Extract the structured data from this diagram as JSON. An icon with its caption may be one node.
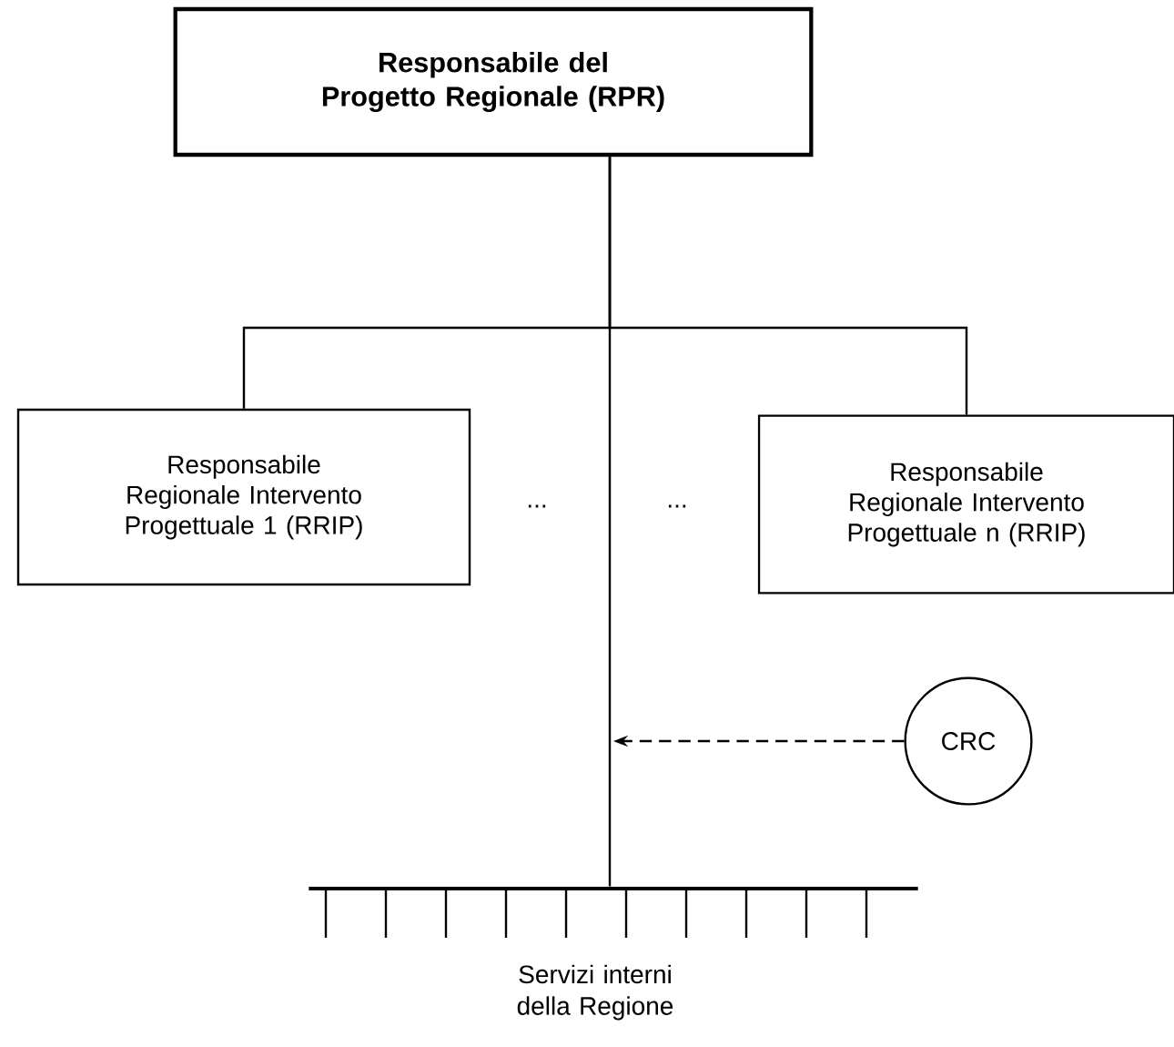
{
  "diagram": {
    "nodes": [
      {
        "text": [
          "Responsabile del Progetto Regionale (RPR)"
        ]
      },
      {
        "text": [
          "Responsabile Regionale Intervento Progettuale 1 (RRIP)"
        ]
      },
      {
        "text": [
          "Responsabile Regionale Intervento Progettuale n (RRIP)"
        ]
      },
      {
        "text": [
          "CRC"
        ]
      },
      {
        "text": [],
        "shape": "bar",
        "beside": [
          "Servizi interni della Regione"
        ]
      }
    ],
    "edges": [
      {
        "from": 0,
        "to": 1,
        "arrow": "none"
      },
      {
        "from": 0,
        "to": 2,
        "arrow": "none"
      },
      {
        "from": 0,
        "to": 4,
        "arrow": "none"
      },
      {
        "from": 3,
        "to": null,
        "arrow": "to",
        "style": "dashed"
      }
    ],
    "labels": [
      "...",
      "..."
    ]
  }
}
